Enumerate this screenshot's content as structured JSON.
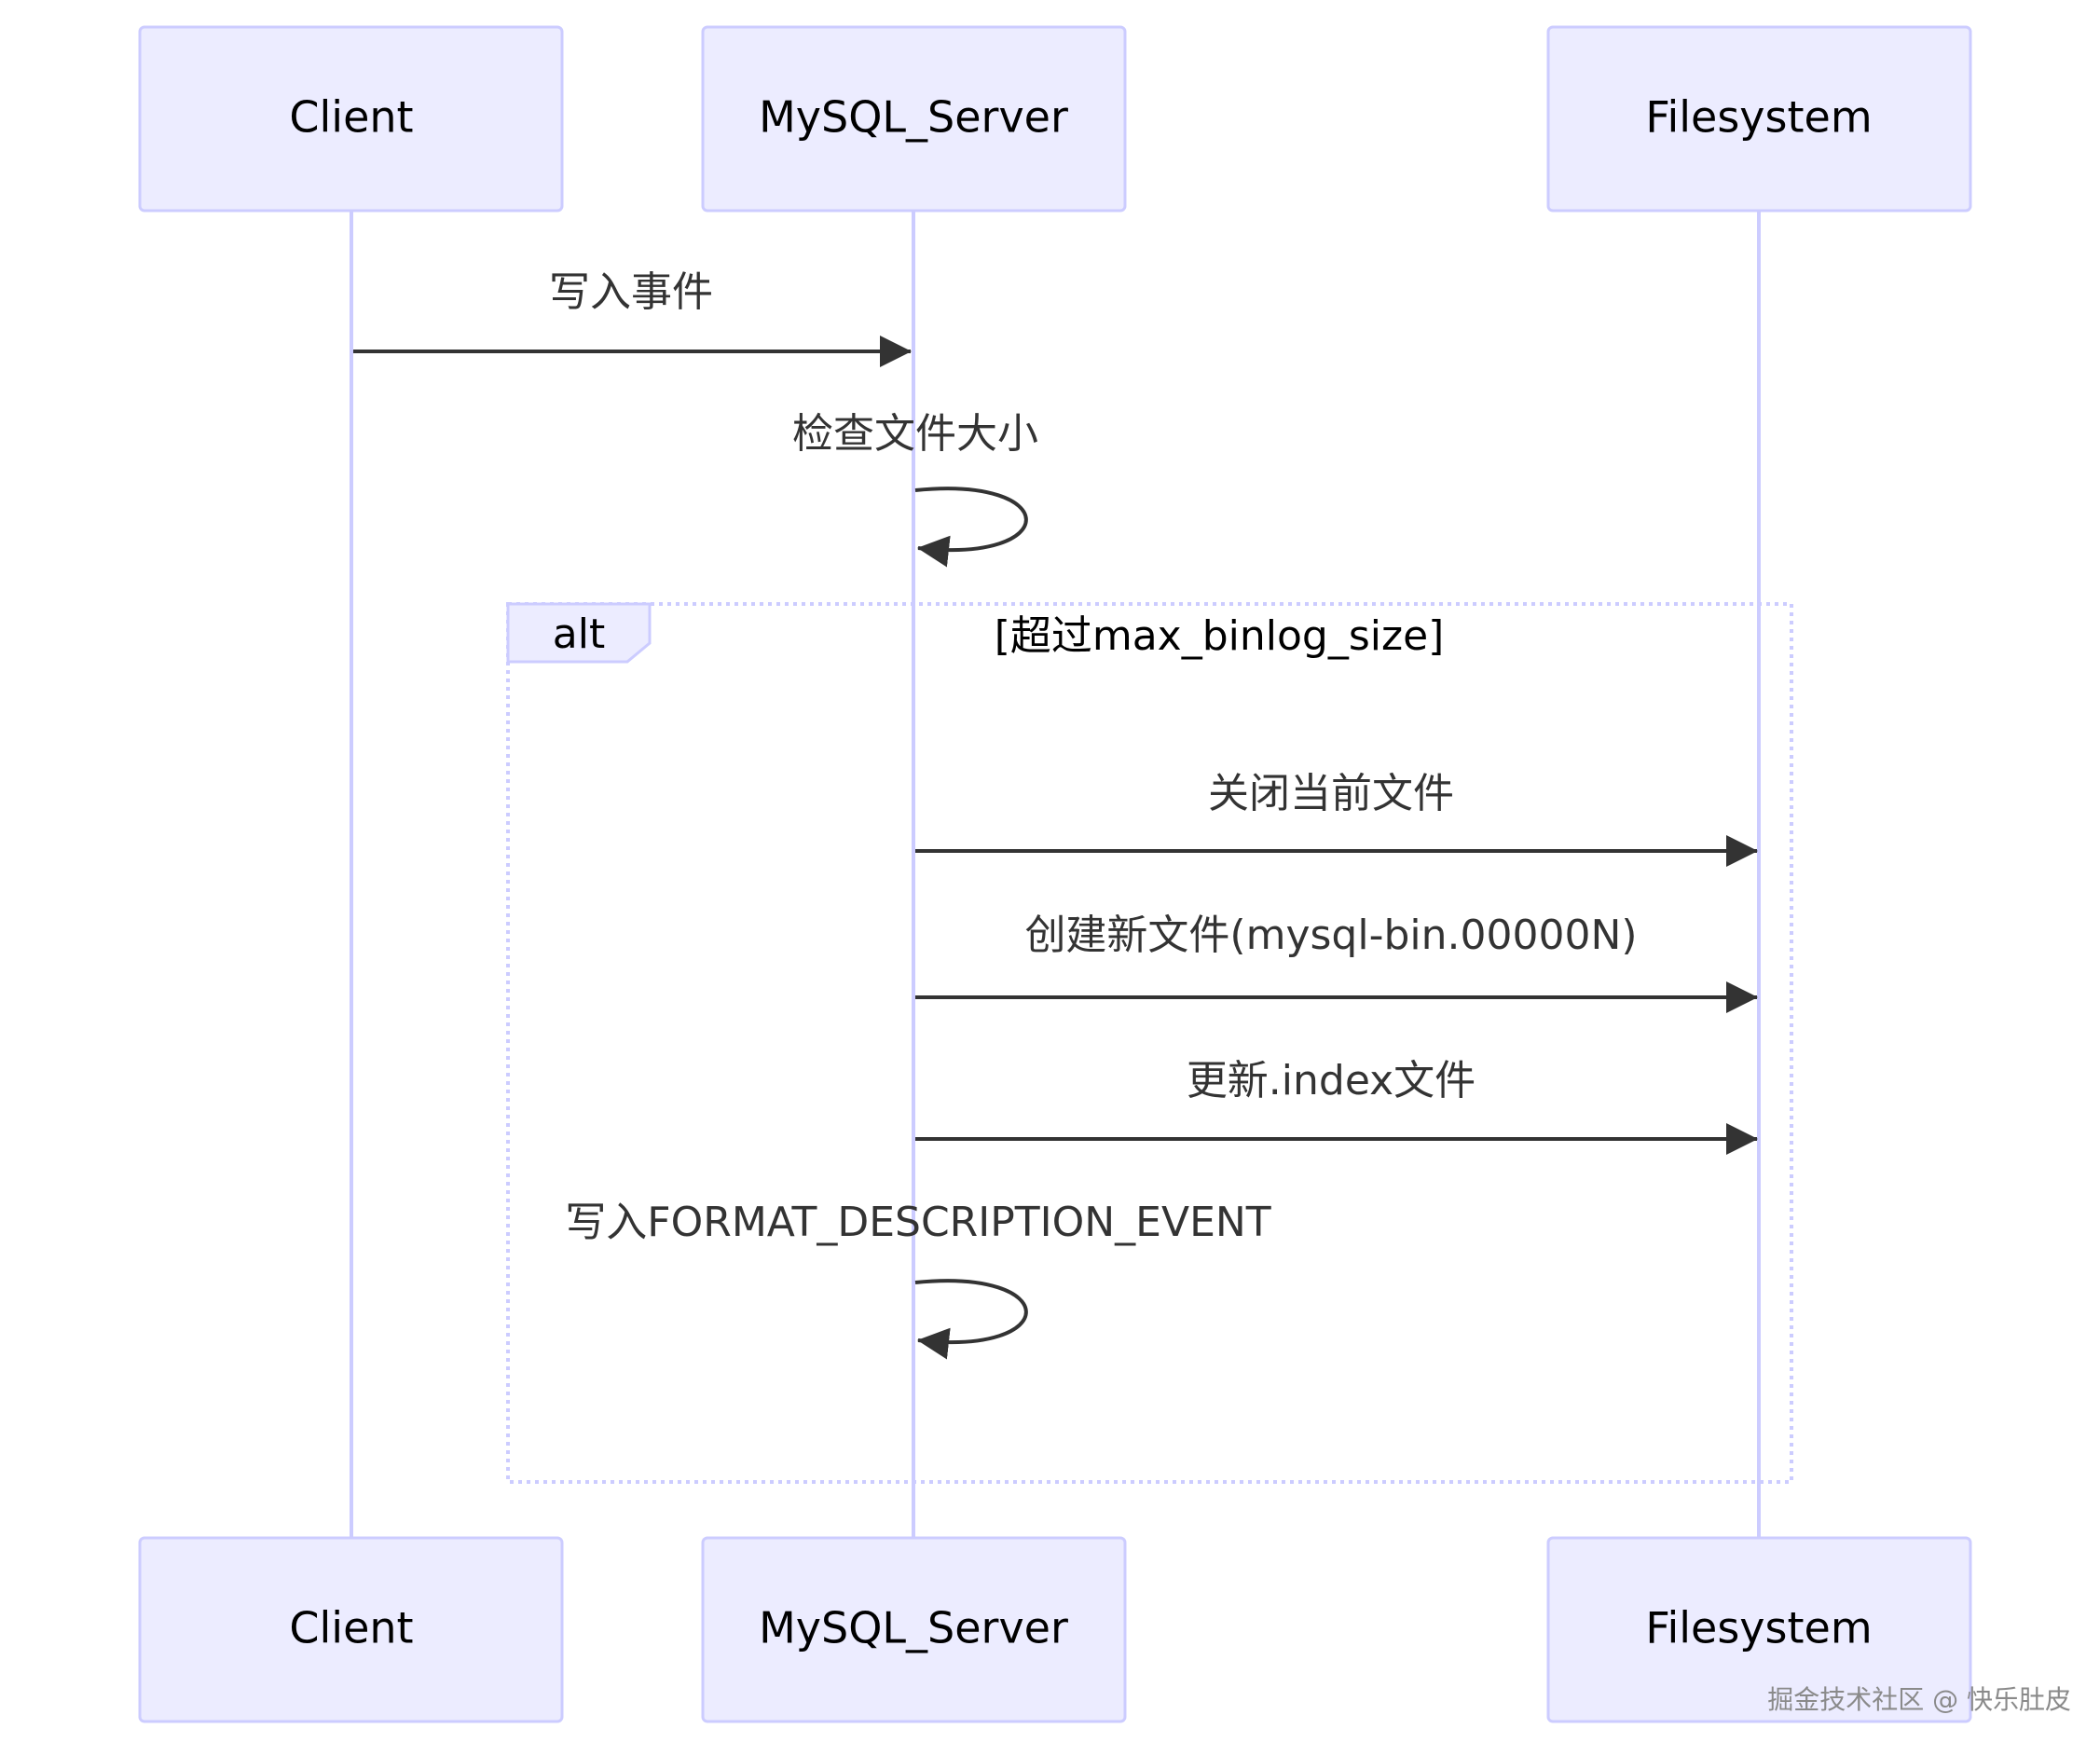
{
  "participants": {
    "client": "Client",
    "server": "MySQL_Server",
    "filesystem": "Filesystem"
  },
  "messages": {
    "m1": "写入事件",
    "m2": "检查文件大小",
    "m3": "关闭当前文件",
    "m4": "创建新文件(mysql-bin.00000N)",
    "m5": "更新.index文件",
    "m6": "写入FORMAT_DESCRIPTION_EVENT"
  },
  "alt": {
    "label": "alt",
    "condition": "[超过max_binlog_size]"
  },
  "watermark": "掘金技术社区 @ 快乐肚皮",
  "colors": {
    "actor_fill": "#ECECFF",
    "actor_stroke": "#CCCCFF",
    "line": "#333333",
    "lifeline": "#CCCCFF"
  }
}
